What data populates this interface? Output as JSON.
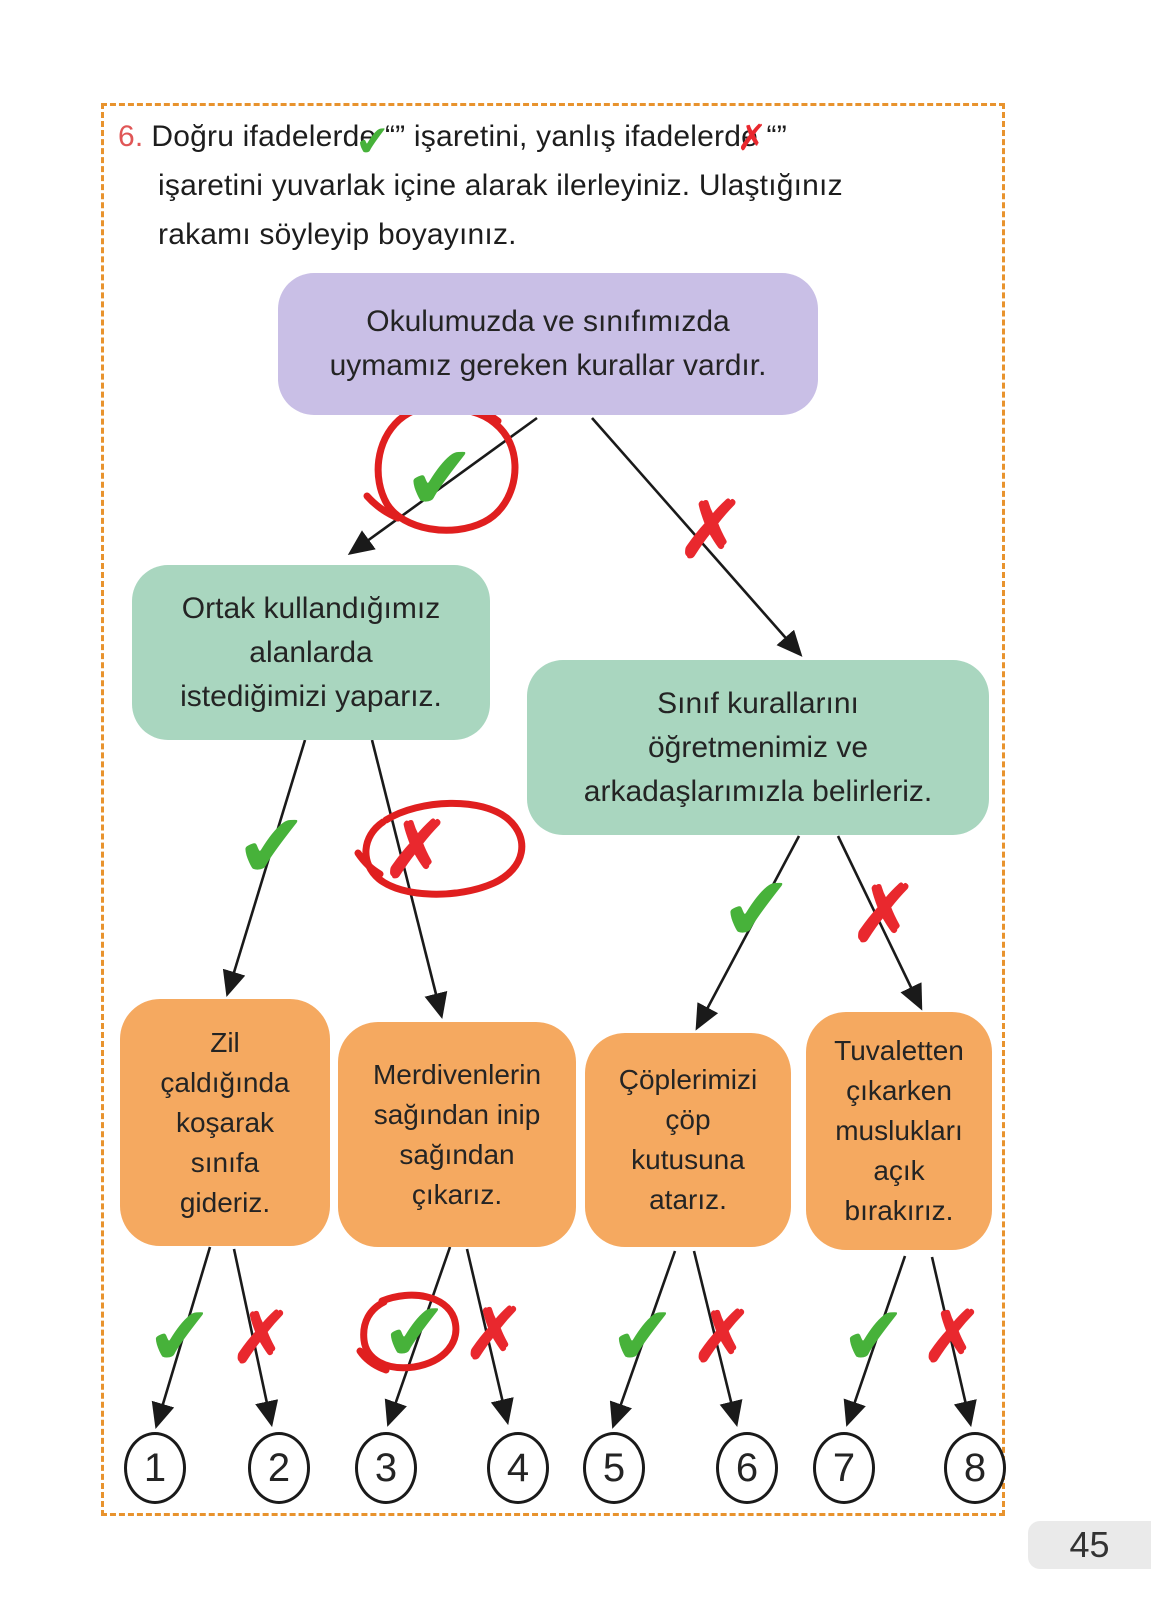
{
  "page": {
    "number": "45"
  },
  "colors": {
    "frame_border": "#e8932e",
    "question_number": "#e05656",
    "root_box": "#c9bfe6",
    "rule_box": "#a9d6bf",
    "leaf_box": "#f5a960",
    "check": "#47b23a",
    "cross": "#e9282e",
    "hand_annotation": "#e01f1f",
    "page_badge_bg": "#eaeaea",
    "text": "#1d1d1d"
  },
  "instruction": {
    "number": "6.",
    "seg1": "Doğru ifadelerde “",
    "seg2": "” işaretini, yanlış ifadelerde “",
    "seg3": "”",
    "line2": "işaretini yuvarlak içine alarak ilerleyiniz. Ulaştığınız",
    "line3": "rakamı söyleyip boyayınız."
  },
  "tree": {
    "marks": {
      "check": "✔",
      "cross": "✗"
    },
    "root": {
      "lines": [
        "Okulumuzda ve sınıfımızda",
        "uymamız gereken kurallar vardır."
      ]
    },
    "rule_left": {
      "lines": [
        "Ortak kullandığımız",
        "alanlarda",
        "istediğimizi yaparız."
      ]
    },
    "rule_right": {
      "lines": [
        "Sınıf kurallarını",
        "öğretmenimiz ve",
        "arkadaşlarımızla belirleriz."
      ]
    },
    "leaf1": {
      "lines": [
        "Zil",
        "çaldığında",
        "koşarak",
        "sınıfa",
        "gideriz."
      ]
    },
    "leaf2": {
      "lines": [
        "Merdivenlerin",
        "sağından inip",
        "sağından",
        "çıkarız."
      ]
    },
    "leaf3": {
      "lines": [
        "Çöplerimizi",
        "çöp",
        "kutusuna",
        "atarız."
      ]
    },
    "leaf4": {
      "lines": [
        "Tuvaletten",
        "çıkarken",
        "muslukları",
        "açık",
        "bırakırız."
      ]
    },
    "results": [
      "1",
      "2",
      "3",
      "4",
      "5",
      "6",
      "7",
      "8"
    ],
    "edges": [
      {
        "from": "root",
        "to": "rule_left",
        "mark": "check",
        "circled_in_red": true
      },
      {
        "from": "root",
        "to": "rule_right",
        "mark": "cross",
        "circled_in_red": false
      },
      {
        "from": "rule_left",
        "to": "leaf1",
        "mark": "check",
        "circled_in_red": false
      },
      {
        "from": "rule_left",
        "to": "leaf2",
        "mark": "cross",
        "circled_in_red": true
      },
      {
        "from": "rule_right",
        "to": "leaf3",
        "mark": "check",
        "circled_in_red": false
      },
      {
        "from": "rule_right",
        "to": "leaf4",
        "mark": "cross",
        "circled_in_red": false
      },
      {
        "from": "leaf1",
        "to": "1",
        "mark": "check",
        "circled_in_red": false
      },
      {
        "from": "leaf1",
        "to": "2",
        "mark": "cross",
        "circled_in_red": false
      },
      {
        "from": "leaf2",
        "to": "3",
        "mark": "check",
        "circled_in_red": true
      },
      {
        "from": "leaf2",
        "to": "4",
        "mark": "cross",
        "circled_in_red": false
      },
      {
        "from": "leaf3",
        "to": "5",
        "mark": "check",
        "circled_in_red": false
      },
      {
        "from": "leaf3",
        "to": "6",
        "mark": "cross",
        "circled_in_red": false
      },
      {
        "from": "leaf4",
        "to": "7",
        "mark": "check",
        "circled_in_red": false
      },
      {
        "from": "leaf4",
        "to": "8",
        "mark": "cross",
        "circled_in_red": false
      }
    ]
  }
}
